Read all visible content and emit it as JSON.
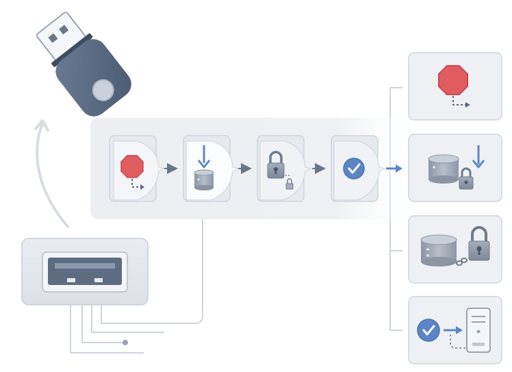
{
  "colors": {
    "accent": "#5b86c5",
    "stop": "#e05c5f",
    "body_blue": "#54657c",
    "panel": "#eef0f3",
    "line": "#cbd0d8"
  },
  "icons": {
    "usb_drive": "usb-flash-drive-icon",
    "usb_port": "usb-port-icon",
    "stop": "stop-sign-icon",
    "download": "arrow-down-icon",
    "database": "database-icon",
    "lock": "padlock-icon",
    "check": "checkmark-icon",
    "computer": "computer-tower-icon"
  },
  "pipeline": {
    "steps": [
      "stop",
      "download-to-database",
      "lock",
      "verified"
    ]
  },
  "outputs": [
    "stop",
    "database-download-lock",
    "database-lock-chain",
    "verified-to-computer"
  ]
}
